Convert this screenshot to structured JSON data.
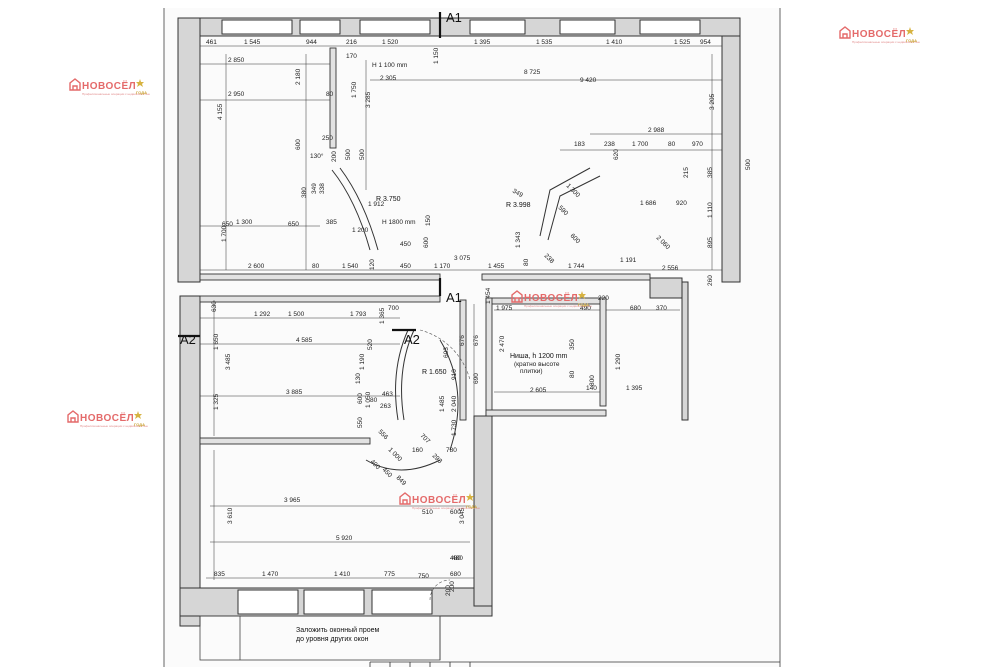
{
  "watermark": {
    "brand": "НОВОСЁЛ",
    "tagline": "Профессиональные операции с недвижимостью",
    "badge": "ГОДА"
  },
  "section_marks": {
    "a1": "A1",
    "a2": "A2"
  },
  "notes": {
    "niche_line1": "Ниша, h 1200 mm",
    "niche_line2": "(кратно высоте",
    "niche_line3": "плитки)",
    "h1100": "H 1 100 mm",
    "h1800": "H 1800 mm",
    "r3750": "R 3.750",
    "r3998": "R 3.998",
    "r1650": "R 1.650",
    "window_line1": "Заложить оконный проем",
    "window_line2": "до уровня других окон"
  },
  "dimensions": {
    "top_row": [
      "461",
      "1 545",
      "944",
      "216",
      "1 520",
      "1 395",
      "1 535",
      "1 410",
      "1 525",
      "954"
    ],
    "upper_left": [
      "2 850",
      "2 950",
      "4 155",
      "2 180",
      "170",
      "80",
      "1 150",
      "2 305",
      "8 725",
      "9 420",
      "3 285",
      "1 750",
      "3 205"
    ],
    "mid_left": [
      "250",
      "130°",
      "600",
      "200",
      "500",
      "500",
      "1 912",
      "380",
      "349",
      "338",
      "1 200",
      "385",
      "1 300",
      "650",
      "650",
      "1 700",
      "450",
      "150",
      "600"
    ],
    "mid_right": [
      "2 988",
      "183",
      "238",
      "1 700",
      "80",
      "970",
      "1 300",
      "349",
      "620",
      "1 686",
      "215",
      "385",
      "1 110",
      "920",
      "590",
      "2 060",
      "895",
      "1 343",
      "238",
      "600",
      "1 191",
      "500"
    ],
    "row_270": [
      "2 600",
      "80",
      "1 540",
      "120",
      "450",
      "1 170",
      "3 075",
      "1 455",
      "80",
      "1 744",
      "2 556",
      "260"
    ],
    "lower_left": [
      "630",
      "1 292",
      "1 500",
      "1 793",
      "700",
      "1 650",
      "4 585",
      "3 485",
      "1 325",
      "3 885",
      "1 365",
      "1 190",
      "520",
      "1 050",
      "130",
      "80",
      "463",
      "263",
      "600",
      "550",
      "556",
      "1 000",
      "160",
      "400",
      "450",
      "849"
    ],
    "lower_mid": [
      "603",
      "676",
      "676",
      "690",
      "1 730",
      "910",
      "2 040",
      "707",
      "293",
      "1 485",
      "3 045",
      "510",
      "600",
      "480",
      "200",
      "780"
    ],
    "lower_right": [
      "1 975",
      "490",
      "1 454",
      "220",
      "680",
      "370",
      "2 470",
      "2 605",
      "140",
      "80",
      "1 395",
      "1 290",
      "350",
      "800"
    ],
    "bottom_room": [
      "3 965",
      "3 610",
      "5 920",
      "835",
      "1 470",
      "1 410",
      "775",
      "750",
      "680",
      "200",
      "480"
    ]
  }
}
